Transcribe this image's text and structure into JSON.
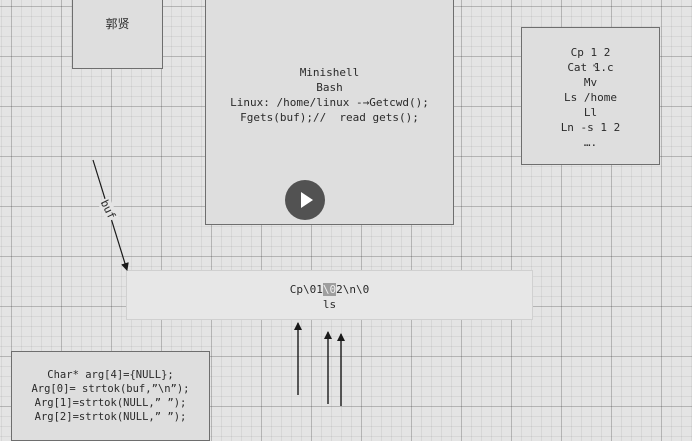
{
  "name_box": {
    "text": "郭贤"
  },
  "shell_box": {
    "lines": [
      "Minishell",
      "Bash",
      "",
      "Linux: /home/linux -→Getcwd();",
      "Fgets(buf);//  read gets();"
    ]
  },
  "commands": {
    "lines": [
      "Cp 1 2",
      "Cat 1.c",
      "Mv",
      "Ls /home",
      "Ll",
      "Ln -s 1 2",
      "…."
    ]
  },
  "buffer": {
    "pre": "Cp\\01",
    "highlight": "\\0",
    "post": "2\\n\\0",
    "line2": "ls"
  },
  "code": {
    "lines": [
      "Char* arg[4]={NULL};",
      "Arg[0]= strtok(buf,”\\n”);",
      "Arg[1]=strtok(NULL,” ”);",
      "Arg[2]=strtok(NULL,” ”);"
    ]
  },
  "arrow_label": "buf",
  "cursor_glyph": "↖",
  "colors": {
    "grid": "#e4e4e4",
    "box_border": "#6e6e6e",
    "play_button": "#525252",
    "highlight": "#9e9e9e"
  }
}
